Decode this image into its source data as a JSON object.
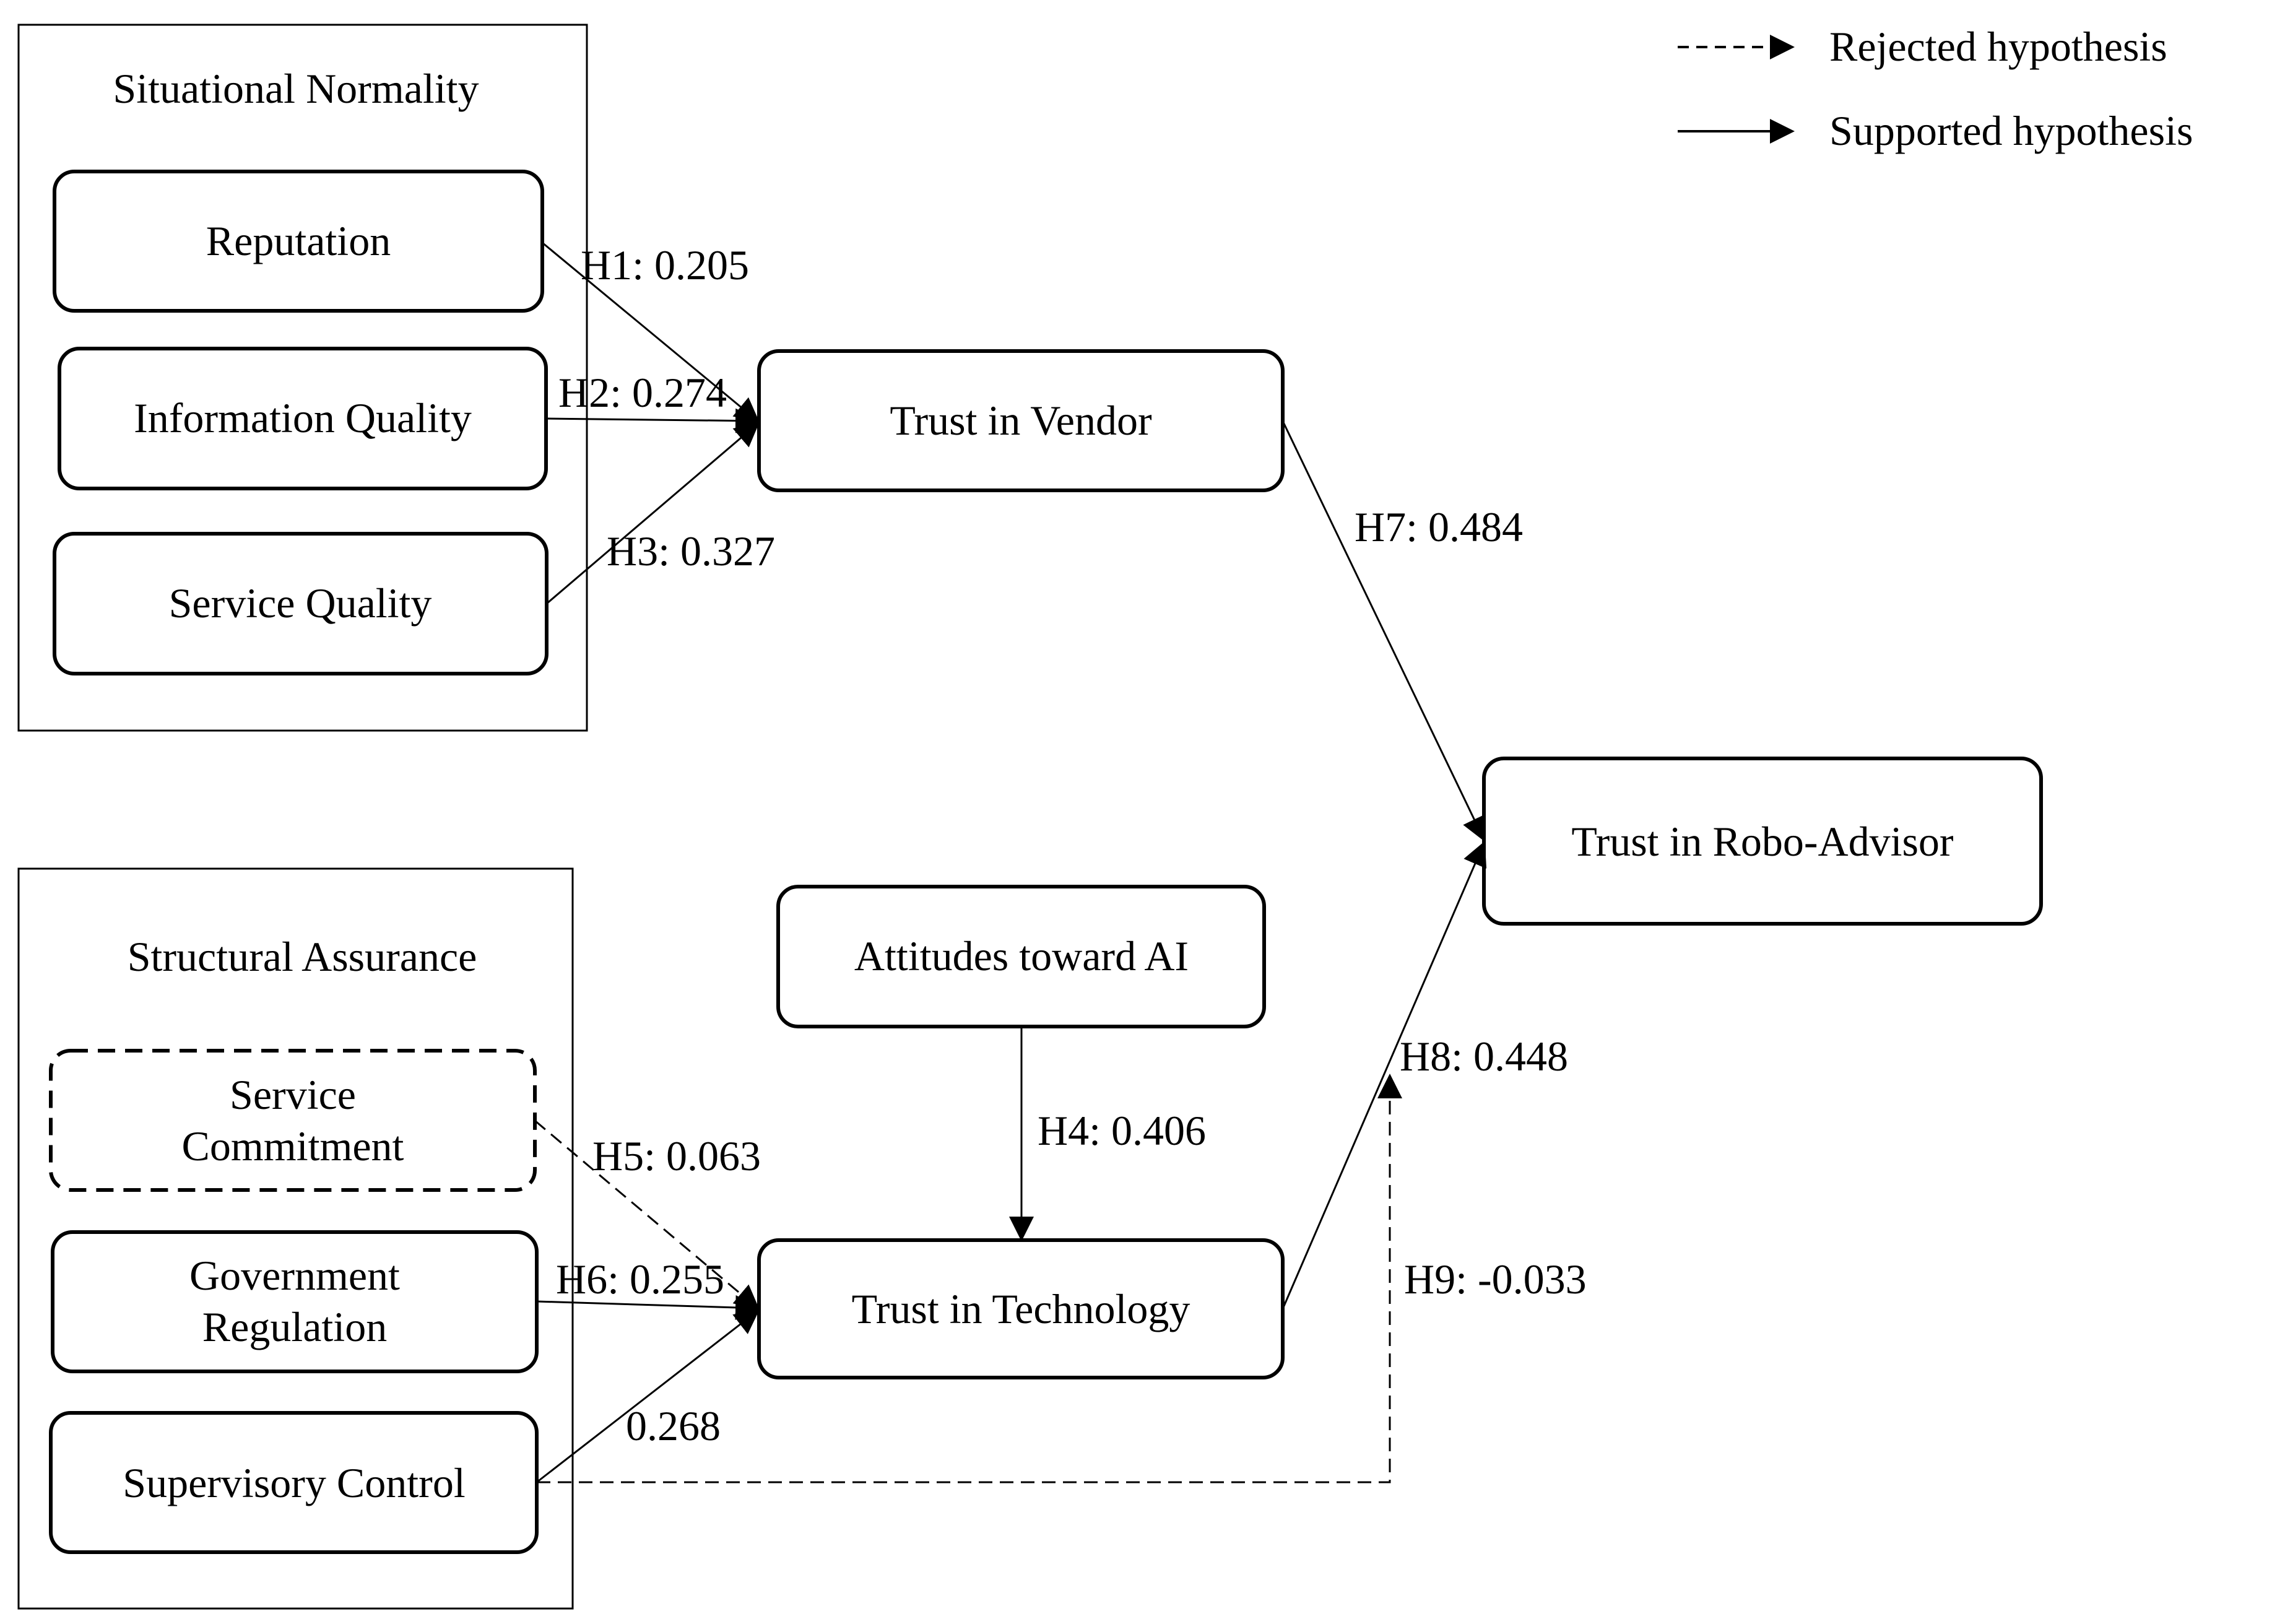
{
  "legend": {
    "rejected": "Rejected hypothesis",
    "supported": "Supported hypothesis"
  },
  "groups": {
    "situational_normality": "Situational Normality",
    "structural_assurance": "Structural Assurance"
  },
  "nodes": {
    "reputation": "Reputation",
    "information_quality": "Information Quality",
    "service_quality": "Service Quality",
    "trust_in_vendor": "Trust in Vendor",
    "trust_in_robo_advisor": "Trust in Robo-Advisor",
    "attitudes_toward_ai": "Attitudes toward AI",
    "service_commitment": [
      "Service",
      "Commitment"
    ],
    "government_regulation": [
      "Government",
      "Regulation"
    ],
    "supervisory_control": "Supervisory Control",
    "trust_in_technology": "Trust in Technology"
  },
  "paths": {
    "h1": "H1: 0.205",
    "h2": "H2: 0.274",
    "h3": "H3: 0.327",
    "h4": "H4: 0.406",
    "h5": "H5: 0.063",
    "h6": "H6: 0.255",
    "h7": "H7: 0.484",
    "h8": "H8: 0.448",
    "h9": "H9: -0.033",
    "supervisory_to_technology": "0.268"
  }
}
